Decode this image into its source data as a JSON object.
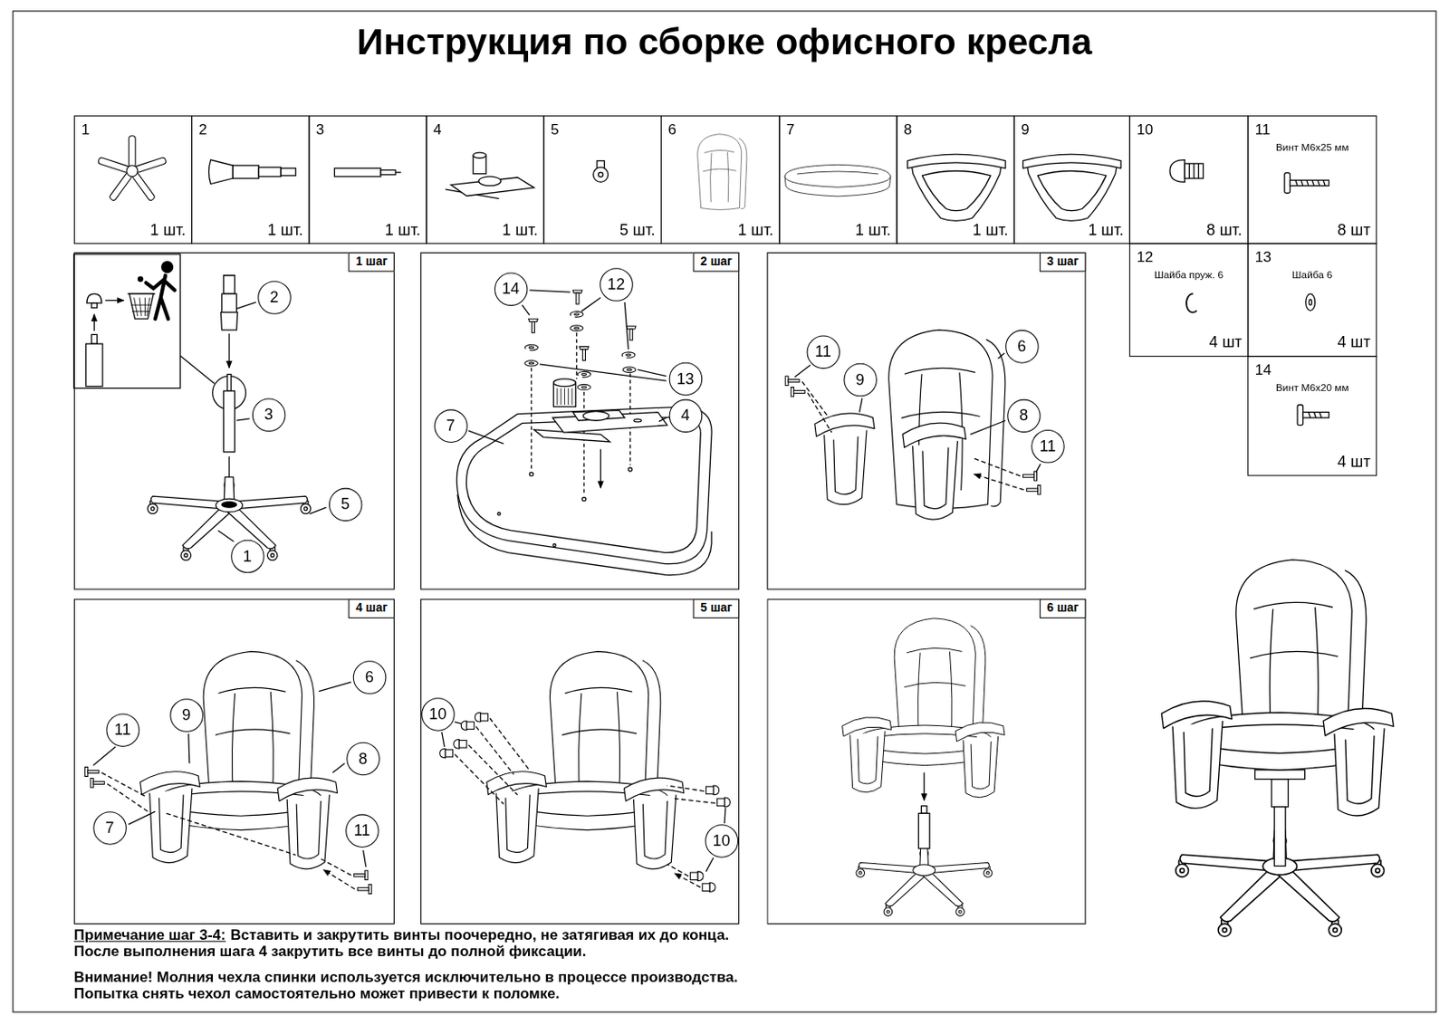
{
  "diagram": {
    "title": "Инструкция по сборке офисного кресла",
    "nodes": [
      {
        "text": [
          "1",
          "1 шт."
        ]
      },
      {
        "text": [
          "2",
          "1 шт."
        ]
      },
      {
        "text": [
          "3",
          "1 шт."
        ]
      },
      {
        "text": [
          "4",
          "1 шт."
        ]
      },
      {
        "text": [
          "5",
          "5 шт."
        ]
      },
      {
        "text": [
          "6",
          "1 шт."
        ]
      },
      {
        "text": [
          "7",
          "1 шт."
        ]
      },
      {
        "text": [
          "8",
          "1 шт."
        ]
      },
      {
        "text": [
          "9",
          "1 шт."
        ]
      },
      {
        "text": [
          "10",
          "8 шт."
        ]
      },
      {
        "text": [
          "11",
          "Винт М6х25 мм",
          "8 шт"
        ]
      },
      {
        "text": [
          "12",
          "Шайба пруж. 6",
          "4 шт"
        ]
      },
      {
        "text": [
          "13",
          "Шайба 6",
          "4 шт"
        ]
      },
      {
        "text": [
          "14",
          "Винт М6х20 мм",
          "4 шт"
        ]
      },
      {
        "text": [
          "1 шаг"
        ]
      },
      {
        "text": [
          "2"
        ],
        "in": 14
      },
      {
        "text": [
          "3"
        ],
        "in": 14
      },
      {
        "text": [
          "5"
        ],
        "in": 14
      },
      {
        "text": [
          "1"
        ],
        "in": 14
      },
      {
        "text": [
          "2 шаг"
        ]
      },
      {
        "text": [
          "14"
        ],
        "in": 19
      },
      {
        "text": [
          "12"
        ],
        "in": 19
      },
      {
        "text": [
          "13"
        ],
        "in": 19
      },
      {
        "text": [
          "7"
        ],
        "in": 19
      },
      {
        "text": [
          "4"
        ],
        "in": 19
      },
      {
        "text": [
          "3 шаг"
        ]
      },
      {
        "text": [
          "11"
        ],
        "in": 25
      },
      {
        "text": [
          "9"
        ],
        "in": 25
      },
      {
        "text": [
          "6"
        ],
        "in": 25
      },
      {
        "text": [
          "8"
        ],
        "in": 25
      },
      {
        "text": [
          "11"
        ],
        "in": 25
      },
      {
        "text": [
          "4 шаг"
        ]
      },
      {
        "text": [
          "11"
        ],
        "in": 31
      },
      {
        "text": [
          "9"
        ],
        "in": 31
      },
      {
        "text": [
          "6"
        ],
        "in": 31
      },
      {
        "text": [
          "8"
        ],
        "in": 31
      },
      {
        "text": [
          "7"
        ],
        "in": 31
      },
      {
        "text": [
          "11"
        ],
        "in": 31
      },
      {
        "text": [
          "5 шаг"
        ]
      },
      {
        "text": [
          "10"
        ],
        "in": 38
      },
      {
        "text": [
          "10"
        ],
        "in": 38
      },
      {
        "text": [
          "6 шаг"
        ]
      }
    ],
    "labels": [
      "Примечание шаг 3-4:",
      "Вставить и закрутить винты поочередно, не затягивая их до конца.",
      "После выполнения шага 4 закрутить все винты до полной фиксации.",
      "Внимание! Молния чехла спинки используется исключительно в процессе производства.",
      "Попытка снять чехол самостоятельно может привести к поломке."
    ]
  }
}
